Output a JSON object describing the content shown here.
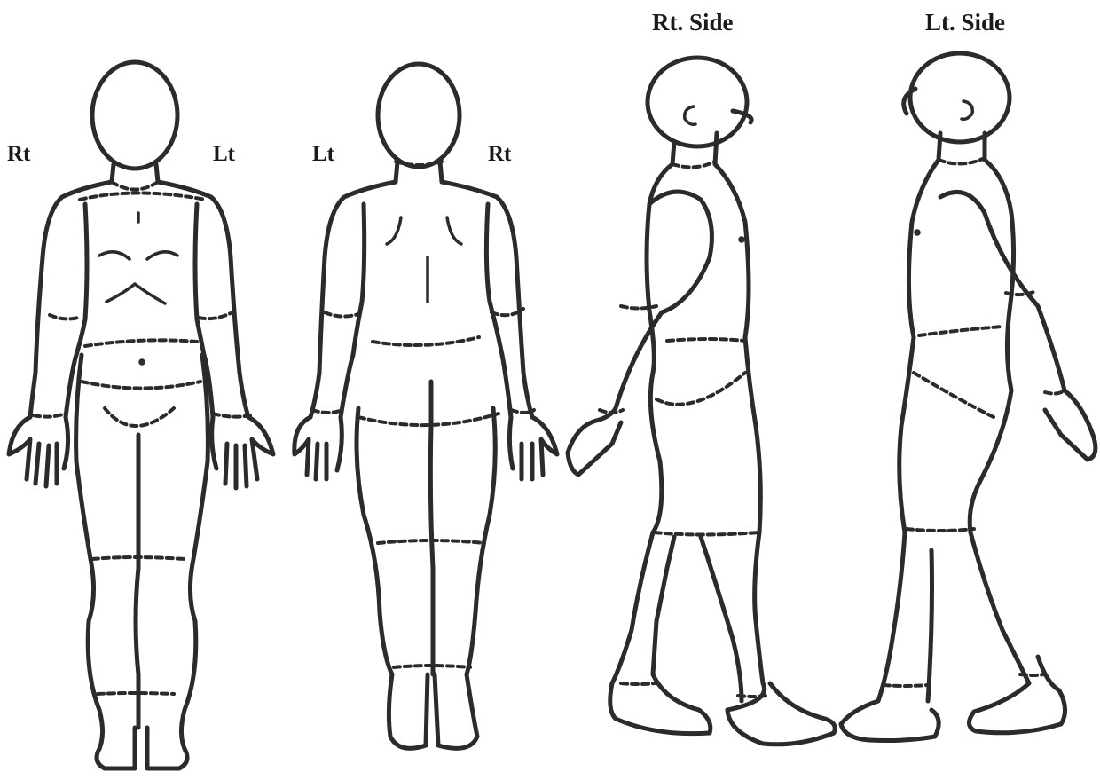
{
  "labels": {
    "front_right": "Rt",
    "front_left": "Lt",
    "back_left": "Lt",
    "back_right": "Rt",
    "right_side": "Rt. Side",
    "left_side": "Lt. Side"
  },
  "figures": [
    {
      "view": "front",
      "icon": "body-front-outline-icon"
    },
    {
      "view": "back",
      "icon": "body-back-outline-icon"
    },
    {
      "view": "right-side",
      "icon": "body-right-side-outline-icon"
    },
    {
      "view": "left-side",
      "icon": "body-left-side-outline-icon"
    }
  ]
}
